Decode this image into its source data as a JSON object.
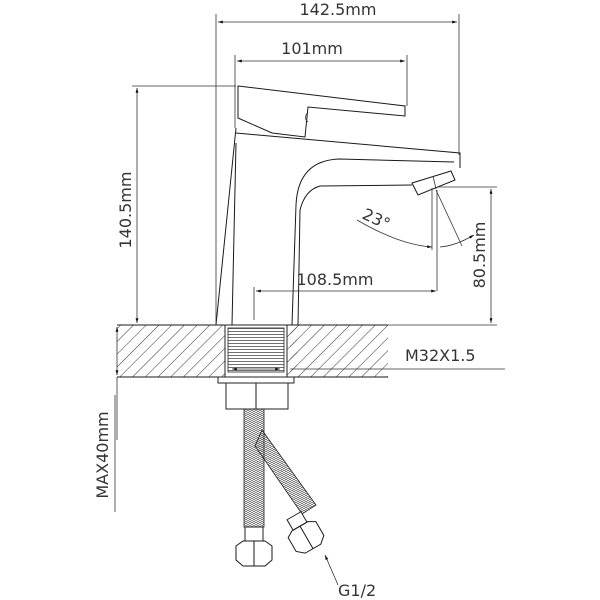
{
  "diagram": {
    "subject": "single-lever basin faucet dimension drawing",
    "dimensions": {
      "overall_width": "142.5mm",
      "handle_length": "101mm",
      "overall_height": "140.5mm",
      "spout_reach": "108.5mm",
      "spout_height": "80.5mm",
      "spout_angle": "23°",
      "thread": "M32X1.5",
      "max_deck_thickness": "MAX40mm",
      "hose_connection": "G1/2"
    },
    "colors": {
      "line": "#1a1a1a",
      "text": "#333333",
      "background": "#ffffff"
    }
  }
}
